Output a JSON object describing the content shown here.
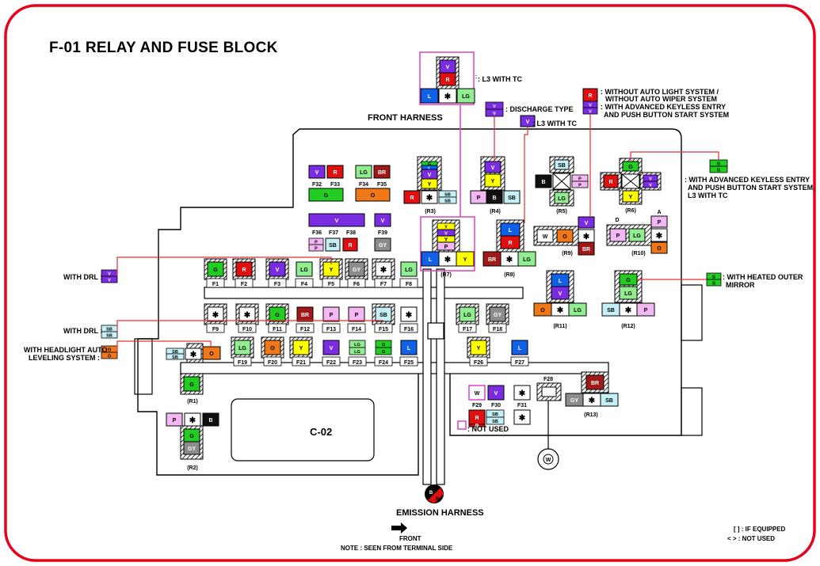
{
  "title": "F-01  RELAY AND FUSE BLOCK",
  "front_harness": "FRONT HARNESS",
  "emission_harness": "EMISSION HARNESS",
  "front": "FRONT",
  "note": "NOTE : SEEN FROM TERMINAL SIDE",
  "if_equipped": "[ ] : IF EQUIPPED",
  "not_used_legend": "< > : NOT USED",
  "connector": "C-02",
  "callouts": {
    "l3_tc_top": ": L3 WITH TC",
    "discharge": ": DISCHARGE TYPE",
    "l3_tc": ": L3 WITH TC",
    "without_auto_1": ": WITHOUT AUTO LIGHT SYSTEM /",
    "without_auto_2": "WITHOUT AUTO WIPER SYSTEM",
    "keyless_1": ": WITH ADVANCED KEYLESS ENTRY",
    "keyless_2": "AND PUSH BUTTON START SYSTEM",
    "keyless_r6_1": ": WITH ADVANCED KEYLESS ENTRY",
    "keyless_r6_2": "AND PUSH BUTTON START SYSTEM,",
    "keyless_r6_3": "L3 WITH TC",
    "heated_1": ": WITH HEATED OUTER",
    "heated_2": "MIRROR",
    "with_drl_1": "WITH DRL :",
    "with_drl_2": "WITH DRL :",
    "headlight_1": "WITH HEADLIGHT AUTO",
    "headlight_2": "LEVELING SYSTEM :",
    "not_used": ": NOT USED"
  },
  "colors": {
    "G": "#22cc22",
    "R": "#e01010",
    "V": "#7a2de0",
    "LG": "#90ee90",
    "BR": "#a01818",
    "O": "#f07818",
    "Y": "#ffff00",
    "GY": "#8c8c8c",
    "P": "#f3b8f3",
    "SB": "#c6f0f8",
    "L": "#1060e8",
    "B": "#101010",
    "W": "#ffffff",
    "outline_red": "#e8001a",
    "callout_line": "#e03030",
    "magenta": "#e040c0"
  },
  "fuses": [
    {
      "id": "F1",
      "code": "G"
    },
    {
      "id": "F2",
      "code": "R"
    },
    {
      "id": "F3",
      "code": "V"
    },
    {
      "id": "F4",
      "code": "LG"
    },
    {
      "id": "F5",
      "code": "Y"
    },
    {
      "id": "F6",
      "code": "GY"
    },
    {
      "id": "F7",
      "code": "*"
    },
    {
      "id": "F8",
      "code": "LG"
    },
    {
      "id": "F9",
      "code": "*"
    },
    {
      "id": "F10",
      "code": "*"
    },
    {
      "id": "F11",
      "code": "G"
    },
    {
      "id": "F12",
      "code": "BR"
    },
    {
      "id": "F13",
      "code": "P"
    },
    {
      "id": "F14",
      "code": "P"
    },
    {
      "id": "F15",
      "code": "SB"
    },
    {
      "id": "F16",
      "code": "*"
    },
    {
      "id": "F17",
      "code": "LG"
    },
    {
      "id": "F18",
      "code": "GY"
    },
    {
      "id": "F19",
      "code": "LG"
    },
    {
      "id": "F20",
      "code": "O"
    },
    {
      "id": "F21",
      "code": "Y"
    },
    {
      "id": "F22",
      "code": "V"
    },
    {
      "id": "F23",
      "code": "LG/LG"
    },
    {
      "id": "F24",
      "code": "G/G"
    },
    {
      "id": "F25",
      "code": "L"
    },
    {
      "id": "F26",
      "code": "Y"
    },
    {
      "id": "F27",
      "code": "L"
    },
    {
      "id": "F28",
      "code": ""
    },
    {
      "id": "F29",
      "code": "W"
    },
    {
      "id": "F30",
      "code": "V"
    },
    {
      "id": "F31",
      "code": "*"
    },
    {
      "id": "F32",
      "code": "V"
    },
    {
      "id": "F33",
      "code": "R"
    },
    {
      "id": "F34",
      "code": "LG"
    },
    {
      "id": "F35",
      "code": "BR"
    },
    {
      "id": "F36",
      "code": "P/P"
    },
    {
      "id": "F37",
      "code": "SB"
    },
    {
      "id": "F38",
      "code": "R"
    },
    {
      "id": "F39",
      "code": "GY"
    }
  ],
  "relays": [
    "(R1)",
    "(R2)",
    "(R3)",
    "(R4)",
    "(R5)",
    "(R6)",
    "(R7)",
    "(R8)",
    "(R9)",
    "(R10)",
    "(R11)",
    "(R12)",
    "(R13)"
  ],
  "relay_side_labels": {
    "D": "D",
    "A": "A"
  }
}
